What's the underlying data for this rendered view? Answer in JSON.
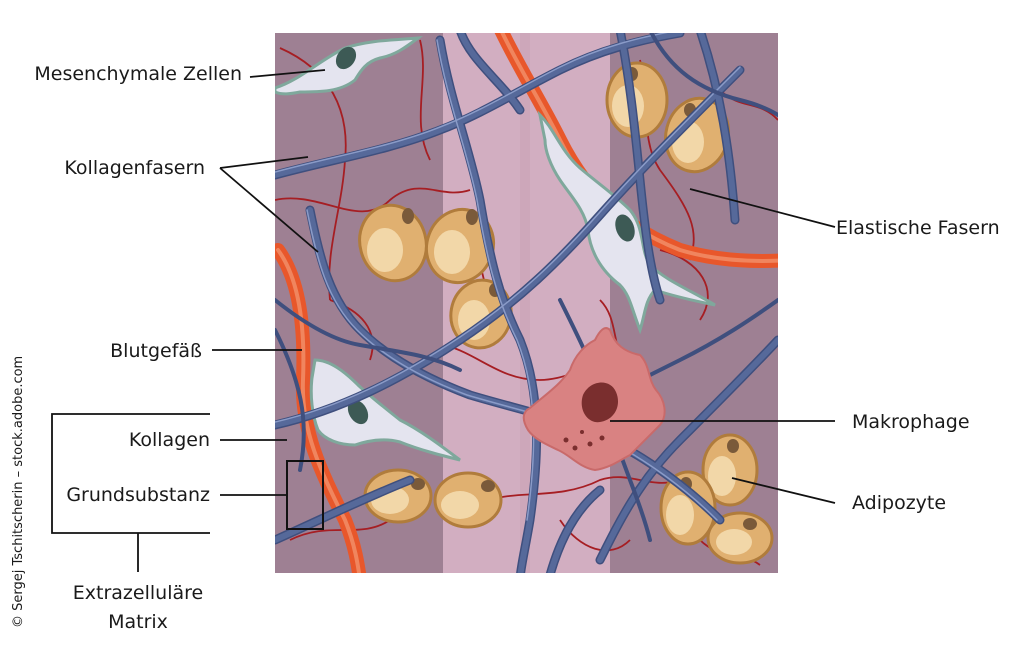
{
  "labels": {
    "mesenchymal": "Mesenchymale Zellen",
    "collagen_fibers": "Kollagenfasern",
    "blood_vessel": "Blutgefäß",
    "collagen": "Kollagen",
    "ground_substance": "Grundsubstanz",
    "ecm_line1": "Extrazelluläre",
    "ecm_line2": "Matrix",
    "elastic_fibers": "Elastische Fasern",
    "macrophage": "Makrophage",
    "adipocyte": "Adipozyte"
  },
  "credit": "© Sergej Tschitscherin – stock.adobe.com",
  "colors": {
    "tissue_dark": "#9e8093",
    "tissue_light": "#d2aec1",
    "collagen_fiber": "#56699a",
    "elastic_fiber": "#a61e23",
    "blood_vessel": "#e8572b",
    "adipocyte": "#e0b070",
    "macrophage": "#d98282",
    "mesenchymal_cell": "#e4e4ef"
  }
}
